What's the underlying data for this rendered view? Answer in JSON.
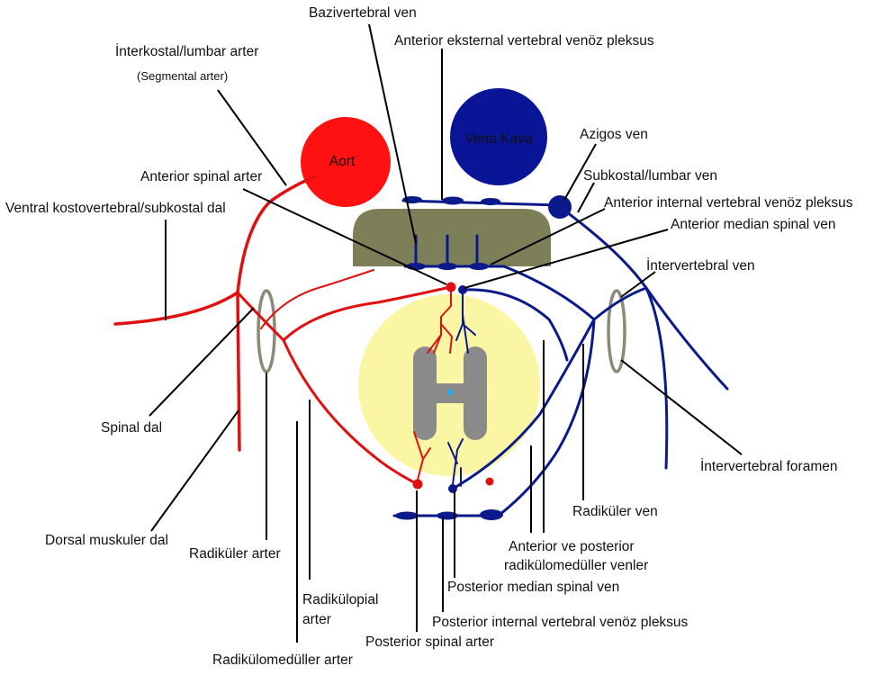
{
  "colors": {
    "artery": "#e01010",
    "aorta": "#ff1111",
    "vein": "#0b1a8a",
    "vena_cava": "#0a1496",
    "vertebral_body": "#7d7f58",
    "spinal_cord": "#fbf6a4",
    "gray_matter": "#8a8a8a",
    "central_canal": "#2aa8e8",
    "foramen_ring": "#8b8a78"
  },
  "structures": {
    "aorta_label": "Aort",
    "vena_cava_label": "Vena Kava"
  },
  "labels": {
    "bazivertebral": "Bazivertebral ven",
    "ant_ext_plexus": "Anterior eksternal vertebral venöz pleksus",
    "interkostal": "İnterkostal/lumbar arter",
    "segmental": "(Segmental arter)",
    "azigos": "Azigos ven",
    "subkostal_ven": "Subkostal/lumbar ven",
    "ant_spinal_arter": "Anterior spinal arter",
    "ant_int_plexus": "Anterior internal vertebral venöz pleksus",
    "ventral_dal": "Ventral kostovertebral/subkostal dal",
    "ant_median_ven": "Anterior median spinal ven",
    "intervertebral_ven": "İntervertebral ven",
    "spinal_dal": "Spinal dal",
    "intervertebral_foramen": "İntervertebral foramen",
    "radikuler_ven": "Radiküler ven",
    "dorsal_muskuler": "Dorsal muskuler dal",
    "ant_post_radikulomed_1": "Anterior ve posterior",
    "ant_post_radikulomed_2": "radikülomedüller venler",
    "radikuler_arter": "Radiküler arter",
    "post_median_ven": "Posterior median spinal ven",
    "radikulopial_1": "Radikülopial",
    "radikulopial_2": "arter",
    "post_int_plexus": "Posterior internal vertebral venöz pleksus",
    "post_spinal_arter": "Posterior spinal arter",
    "radikulomeduller_arter": "Radikülomedüller arter"
  }
}
